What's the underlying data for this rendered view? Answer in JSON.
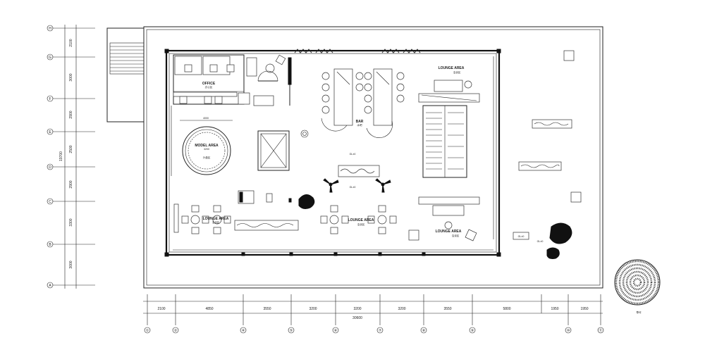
{
  "drawing": {
    "grid_rows": [
      "H",
      "G",
      "F",
      "E",
      "D",
      "C",
      "B",
      "A"
    ],
    "grid_columns": [
      "①",
      "②",
      "④",
      "⑤",
      "⑥",
      "⑦",
      "⑧",
      "⑨",
      "⑩",
      "⑪"
    ],
    "left_dimensions": [
      "2100",
      "3000",
      "2900",
      "2500",
      "2900",
      "3300",
      "3000"
    ],
    "left_total": "19700",
    "bottom_dimensions": [
      "2100",
      "4850",
      "3550",
      "3200",
      "3200",
      "3200",
      "3550",
      "5800",
      "1950",
      "1950"
    ],
    "bottom_total": "30600",
    "areas": {
      "office": {
        "name": "OFFICE",
        "sub": "办公区"
      },
      "model": {
        "name": "MODEL AREA",
        "sub": "沙盘区",
        "dim_top": "4000",
        "dim_inner": "3200"
      },
      "bar": {
        "name": "BAR",
        "sub": "水吧"
      },
      "lounge_left": {
        "name": "LOUNGE AREA",
        "sub": "洽谈区"
      },
      "lounge_center": {
        "name": "LOUNGE AREA",
        "sub": "洽谈区"
      },
      "lounge_right_top": {
        "name": "LOUNGE AREA",
        "sub": "洽谈区"
      },
      "lounge_right_bottom": {
        "name": "LOUNGE AREA",
        "sub": "洽谈区"
      }
    },
    "levels": [
      "GL±0",
      "GL±0",
      "GL±0",
      "GL±0"
    ],
    "legend_label": "草坪"
  }
}
